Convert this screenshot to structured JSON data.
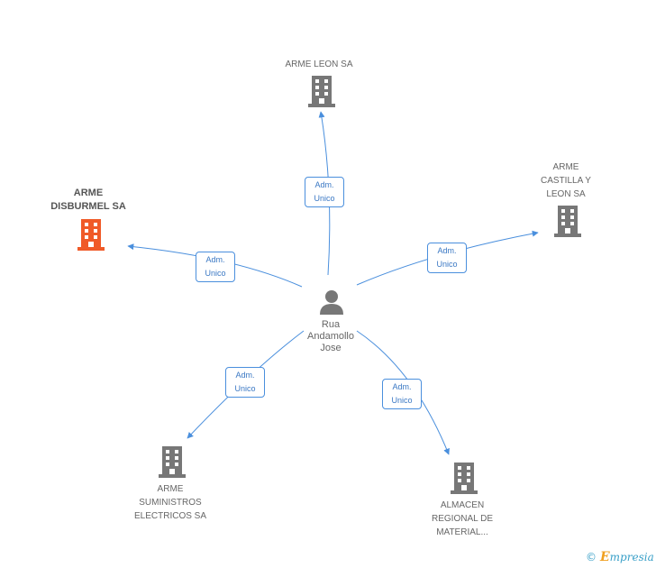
{
  "center": {
    "lines": [
      "Rua",
      "Andamollo",
      "Jose"
    ]
  },
  "nodes": [
    {
      "id": "arme-leon",
      "lines": [
        "ARME LEON SA"
      ],
      "role": "company"
    },
    {
      "id": "arme-castilla",
      "lines": [
        "ARME",
        "CASTILLA Y",
        "LEON SA"
      ],
      "role": "company"
    },
    {
      "id": "arme-disburmel",
      "lines": [
        "ARME",
        "DISBURMEL SA"
      ],
      "role": "main"
    },
    {
      "id": "arme-suministros",
      "lines": [
        "ARME",
        "SUMINISTROS",
        "ELECTRICOS SA"
      ],
      "role": "company"
    },
    {
      "id": "almacen",
      "lines": [
        "ALMACEN",
        "REGIONAL DE",
        "MATERIAL..."
      ],
      "role": "company"
    }
  ],
  "edges": [
    {
      "to": "arme-leon",
      "label": [
        "Adm.",
        "Unico"
      ]
    },
    {
      "to": "arme-castilla",
      "label": [
        "Adm.",
        "Unico"
      ]
    },
    {
      "to": "arme-disburmel",
      "label": [
        "Adm.",
        "Unico"
      ]
    },
    {
      "to": "arme-suministros",
      "label": [
        "Adm.",
        "Unico"
      ]
    },
    {
      "to": "almacen",
      "label": [
        "Adm.",
        "Unico"
      ]
    }
  ],
  "colors": {
    "edge": "#4a8fdd",
    "company_icon": "#777777",
    "main_icon": "#f05a28",
    "person_icon": "#777777"
  },
  "footer": {
    "copyright": "©",
    "brand_initial": "E",
    "brand_rest": "mpresia"
  }
}
